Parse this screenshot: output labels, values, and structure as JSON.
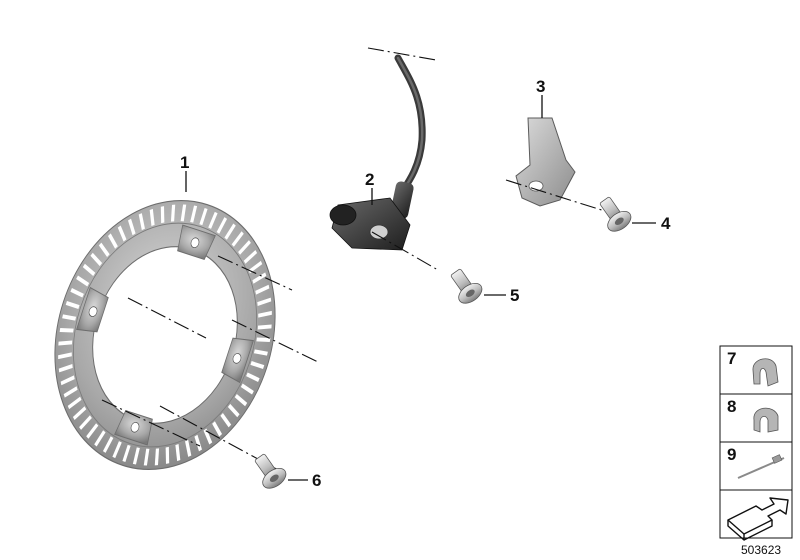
{
  "diagram": {
    "parts": [
      {
        "number": "1",
        "icon": "abs-sensor-ring-icon"
      },
      {
        "number": "2",
        "icon": "abs-sensor-icon"
      },
      {
        "number": "3",
        "icon": "mounting-bracket-icon"
      },
      {
        "number": "4",
        "icon": "screw-icon"
      },
      {
        "number": "5",
        "icon": "screw-icon"
      },
      {
        "number": "6",
        "icon": "screw-icon"
      }
    ],
    "legend": [
      {
        "number": "7",
        "icon": "cable-clip-icon"
      },
      {
        "number": "8",
        "icon": "cable-clip-icon"
      },
      {
        "number": "9",
        "icon": "cable-tie-icon"
      },
      {
        "number": "",
        "icon": "arrow-icon"
      }
    ],
    "diagram_id": "503623",
    "colors": {
      "part_gray": "#9a9a9a",
      "part_dark": "#3a3a3a",
      "line": "#111111"
    }
  }
}
